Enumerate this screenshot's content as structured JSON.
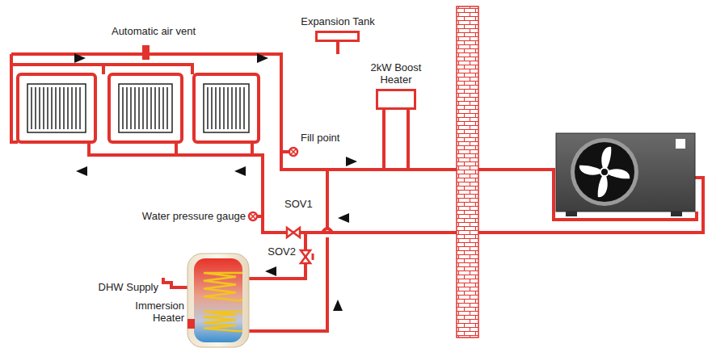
{
  "diagram": {
    "nodes": [
      {
        "text": [
          "Expansion Tank"
        ]
      },
      {
        "text": [
          "2kW Boost Heater"
        ]
      }
    ],
    "labels": [
      "Automatic air vent",
      "Fill point",
      "Water pressure gauge",
      "SOV1",
      "SOV2",
      "DHW Supply",
      "Immersion Heater"
    ]
  }
}
